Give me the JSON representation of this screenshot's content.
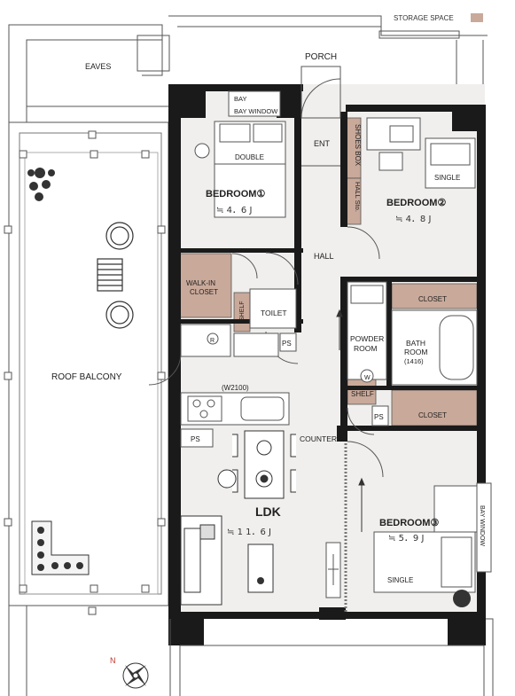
{
  "legend": {
    "label": "STORAGE SPACE",
    "swatch_color": "#c9a99a"
  },
  "colors": {
    "wall": "#1a1a1a",
    "floor": "#f0efed",
    "storage": "#c9a99a",
    "balcony": "#ffffff"
  },
  "labels": {
    "eaves": "EAVES",
    "porch": "PORCH",
    "roof_balcony": "ROOF BALCONY",
    "bay_window_top": "BAY WINDOW",
    "bay_window_right": "BAY WINDOW",
    "double": "DOUBLE",
    "single_2": "SINGLE",
    "single_3": "SINGLE",
    "ent": "ENT",
    "shoes_box": "SHOES BOX",
    "hall_sto": "HALL Sto.",
    "hall": "HALL",
    "walk_in_closet_1": "WALK-IN",
    "walk_in_closet_2": "CLOSET",
    "shelf_toilet": "SHELF",
    "toilet": "TOILET",
    "ps_1": "PS",
    "ps_2": "PS",
    "ps_3": "PS",
    "closet_2": "CLOSET",
    "closet_3": "CLOSET",
    "powder_room_1": "POWDER",
    "powder_room_2": "ROOM",
    "bath_room_1": "BATH",
    "bath_room_2": "ROOM",
    "bath_room_3": "(1416)",
    "shelf_powder": "SHELF",
    "w_mark": "W",
    "r_mark": "R",
    "kitchen_width": "(W2100)",
    "counter": "COUNTER",
    "ldk": "LDK",
    "ldk_area": "≒ 1 1．6 J",
    "bedroom1": "BEDROOM①",
    "bedroom1_area": "≒ 4．6 J",
    "bedroom2": "BEDROOM②",
    "bedroom2_area": "≒ 4．8 J",
    "bedroom3": "BEDROOM③",
    "bedroom3_area": "≒ 5．9 J",
    "compass_n": "N"
  }
}
